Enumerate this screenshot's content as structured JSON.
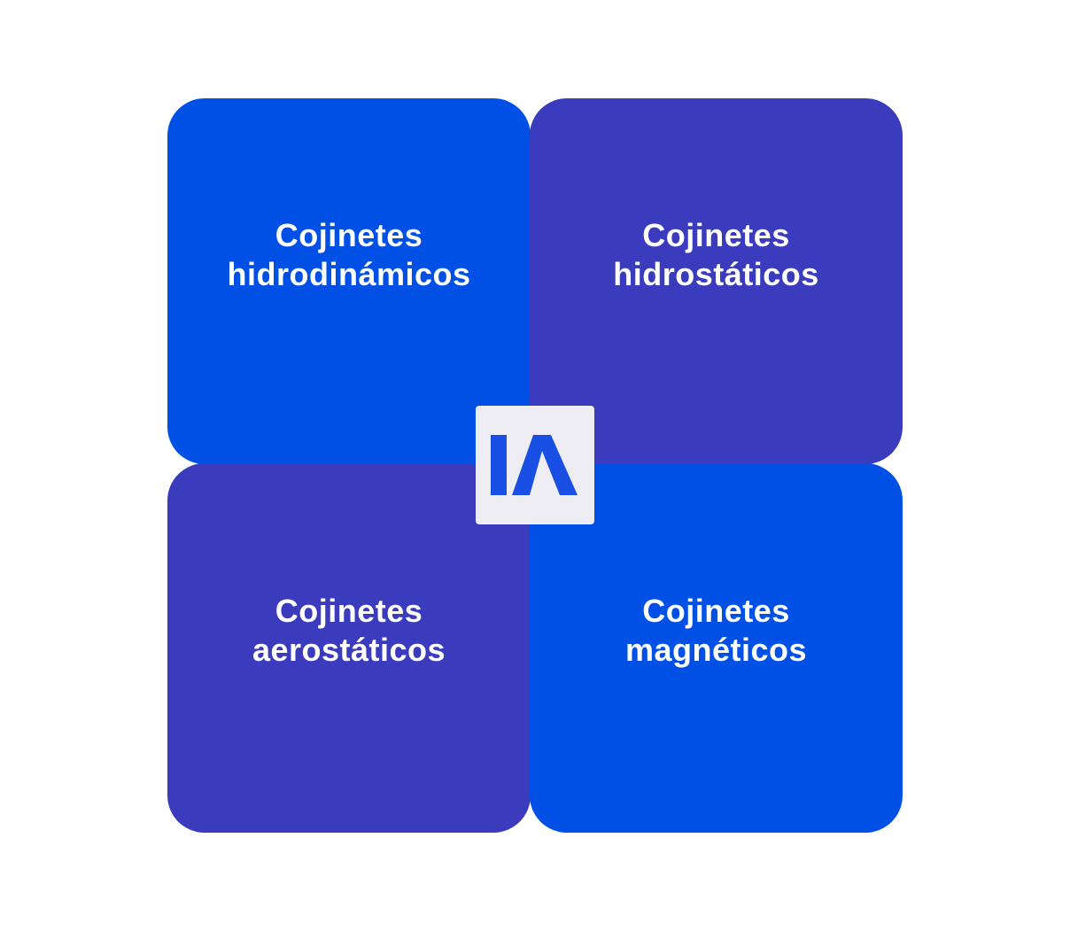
{
  "colors": {
    "blue": "#0050e6",
    "indigo": "#3a3bbd",
    "logo_bg": "#eeedf3",
    "logo_mark": "#1a4fe6",
    "text": "#ffffff"
  },
  "logo": {
    "icon": "ia-logo-icon",
    "text": "IA"
  },
  "quadrants": [
    {
      "line1": "Cojinetes",
      "line2": "hidrodinámicos",
      "color": "#0050e6"
    },
    {
      "line1": "Cojinetes",
      "line2": "hidrostáticos",
      "color": "#3a3bbd"
    },
    {
      "line1": "Cojinetes",
      "line2": "aerostáticos",
      "color": "#3a3bbd"
    },
    {
      "line1": "Cojinetes",
      "line2": "magnéticos",
      "color": "#0050e6"
    }
  ]
}
